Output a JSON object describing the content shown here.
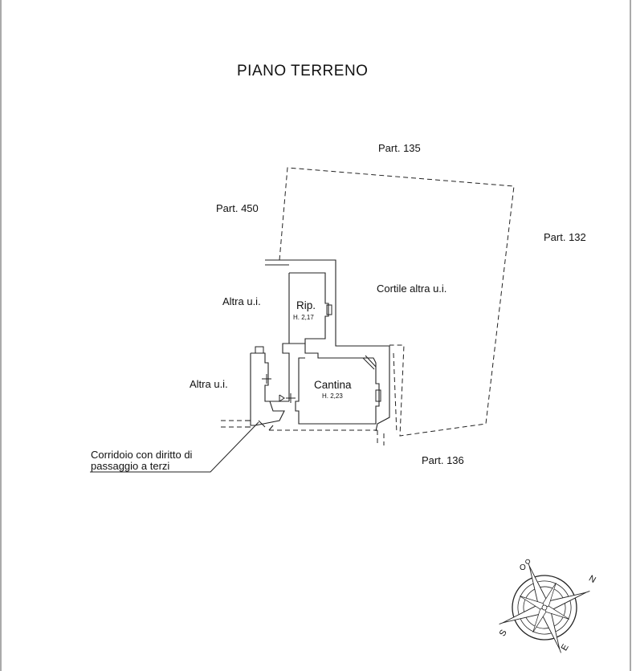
{
  "title": "PIANO TERRENO",
  "parcels": {
    "part_135": "Part. 135",
    "part_450": "Part. 450",
    "part_132": "Part. 132",
    "part_136": "Part. 136"
  },
  "areas": {
    "altra_ui_upper": "Altra u.i.",
    "altra_ui_lower": "Altra u.i.",
    "courtyard": "Cortile altra u.i."
  },
  "rooms": {
    "rip": {
      "name": "Rip.",
      "height": "H. 2,17"
    },
    "cantina": {
      "name": "Cantina",
      "height": "H. 2,23"
    }
  },
  "corridor_note": {
    "line1": "Corridoio con diritto di",
    "line2": "passaggio a terzi"
  },
  "compass": {
    "n": "N",
    "s": "S",
    "e": "E",
    "o": "O"
  }
}
